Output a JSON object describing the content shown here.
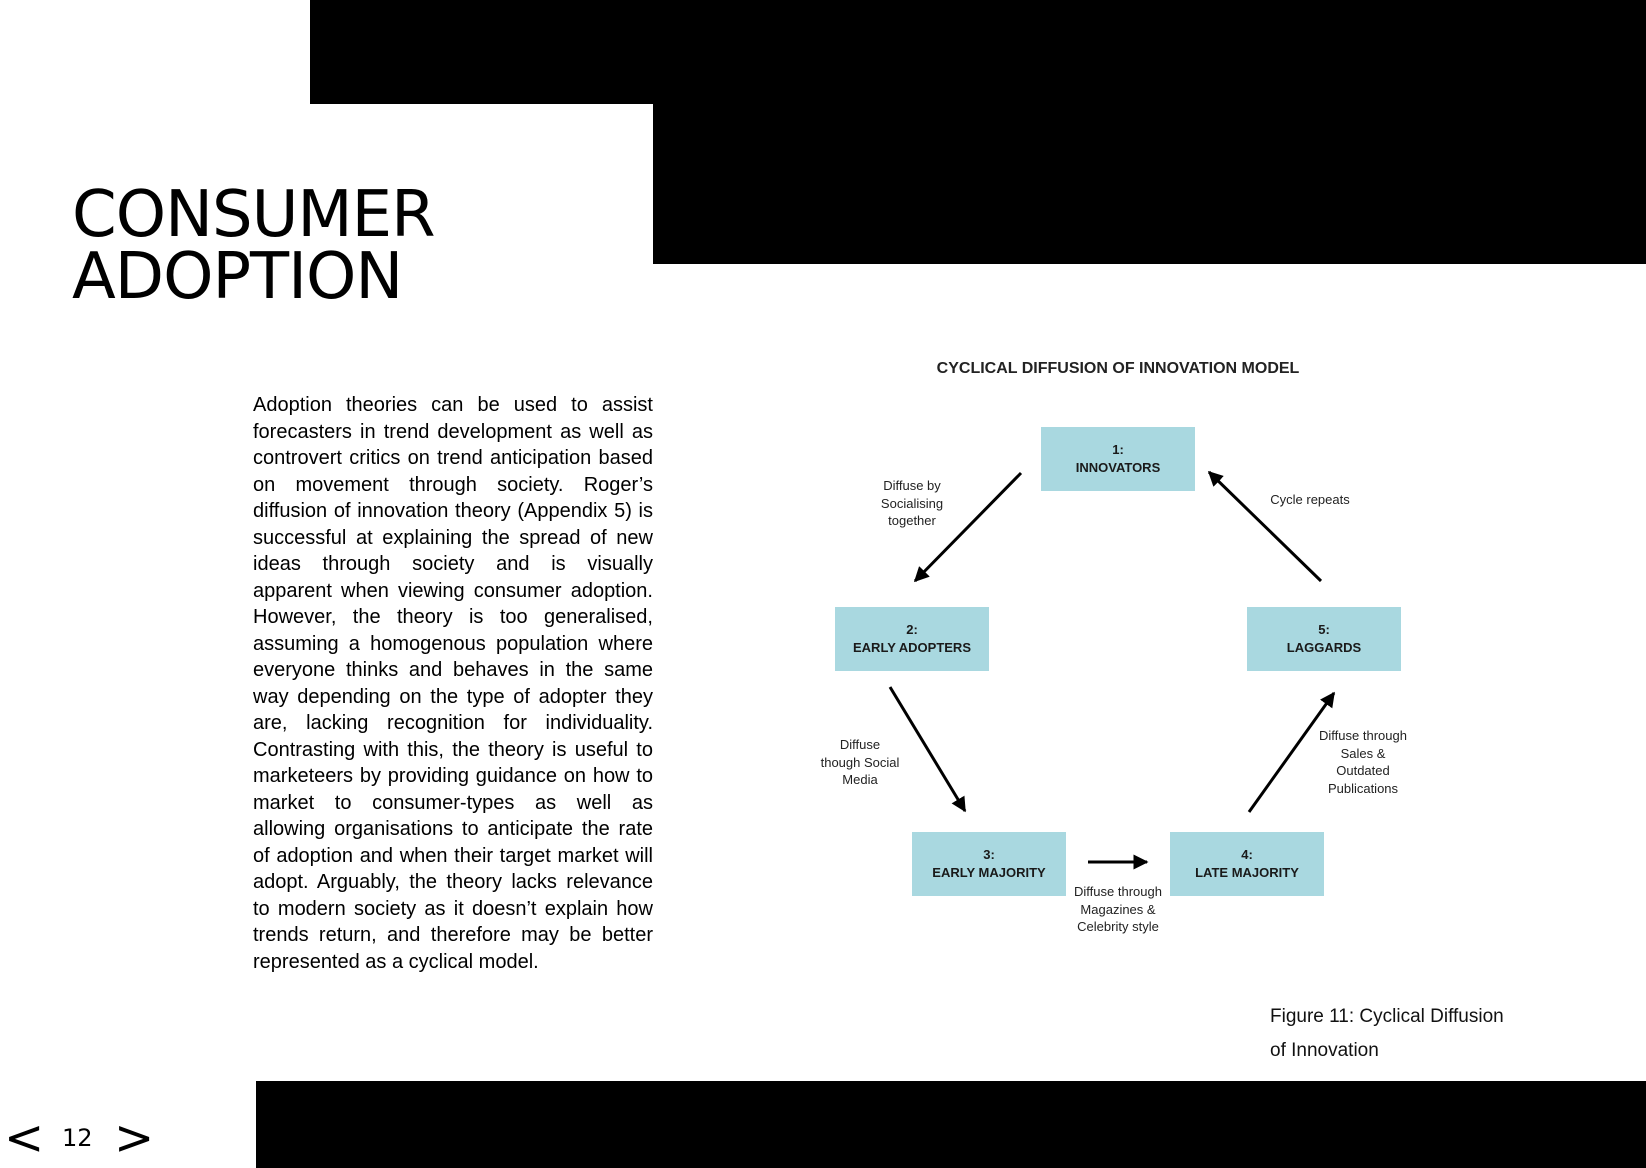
{
  "page": {
    "title_line1": "CONSUMER",
    "title_line2": "ADOPTION",
    "body": "Adoption theories can be used to assist forecasters in trend development as well as controvert critics on trend anticipation based on movement through society. Roger’s diffusion of innovation theory (Appendix 5) is successful at explaining the spread of new ideas through society and is visually apparent when viewing consumer adoption. However, the theory is too generalised, assuming a homogenous population where everyone thinks and behaves in the same way depending on the type of adopter they are, lacking recognition for individuality. Contrasting with this, the theory is useful to marketeers by providing guidance on how to market to consumer-types as well as allowing organisations to anticipate the rate of adoption and when their target market will adopt. Arguably, the theory lacks relevance to modern society as it doesn’t explain how trends return, and therefore may be better represented as a cyclical model.",
    "page_number": "12",
    "prev_glyph": "<",
    "next_glyph": ">"
  },
  "diagram": {
    "title": "CYCLICAL DIFFUSION OF INNOVATION MODEL",
    "stages": [
      {
        "number": "1:",
        "name": "INNOVATORS"
      },
      {
        "number": "2:",
        "name": "EARLY ADOPTERS"
      },
      {
        "number": "3:",
        "name": "EARLY MAJORITY"
      },
      {
        "number": "4:",
        "name": "LATE MAJORITY"
      },
      {
        "number": "5:",
        "name": "LAGGARDS"
      }
    ],
    "transitions": {
      "innovators_to_early_adopters": "Diffuse by Socialising together",
      "early_adopters_to_early_majority": "Diffuse though Social Media",
      "early_majority_to_late_majority": "Diffuse through Magazines & Celebrity style",
      "late_majority_to_laggards": "Diffuse through Sales & Outdated Publications",
      "laggards_to_innovators": "Cycle repeats"
    },
    "stage_color": "#a9d8e0",
    "caption": "Figure 11: Cyclical Diffusion of Innovation"
  }
}
